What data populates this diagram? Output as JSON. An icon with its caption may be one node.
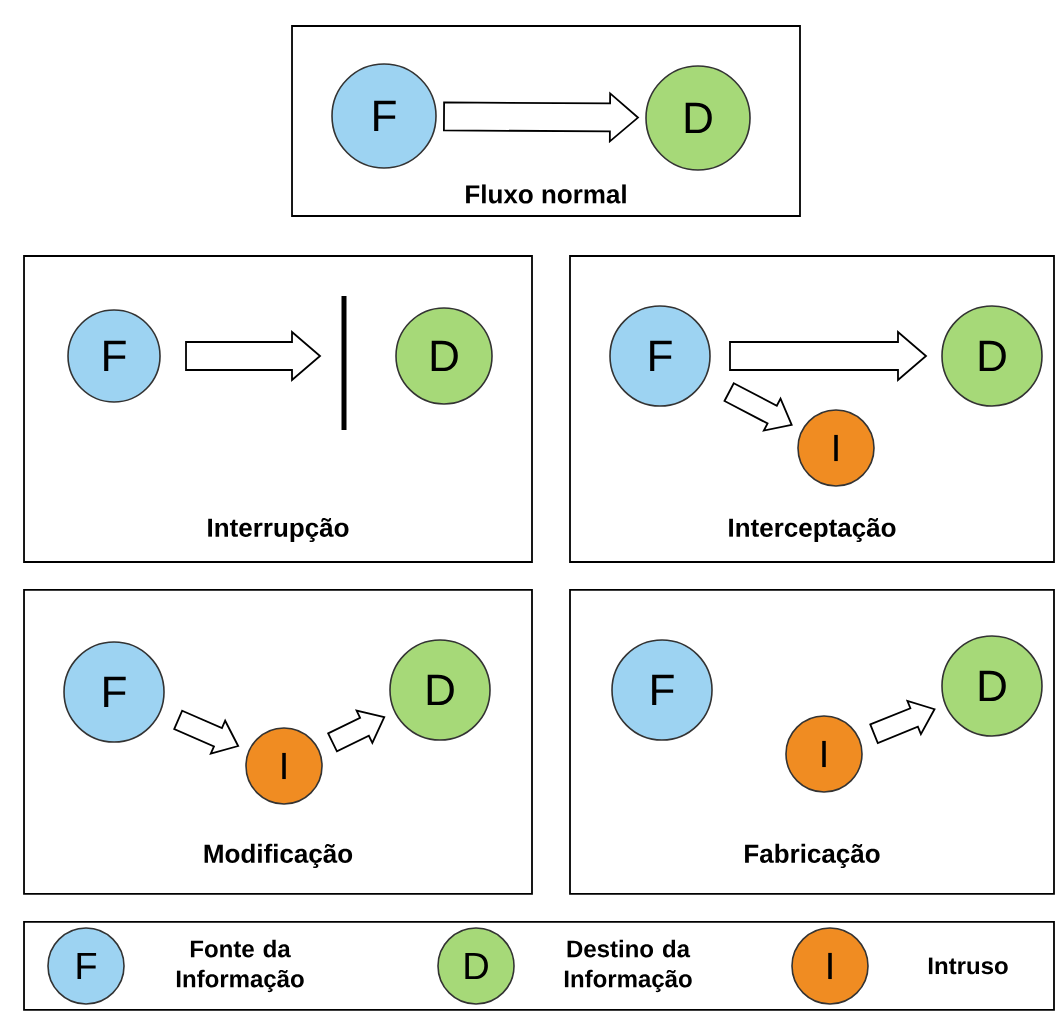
{
  "diagram": {
    "nodes": [
      {
        "text": [
          "Fluxo normal"
        ]
      },
      {
        "text": [
          "F"
        ],
        "in": 0
      },
      {
        "text": [
          "D"
        ],
        "in": 0
      },
      {
        "text": [
          "Interrupção"
        ]
      },
      {
        "text": [
          "F"
        ],
        "in": 3
      },
      {
        "text": [
          "D"
        ],
        "in": 3
      },
      {
        "text": [
          "Interceptação"
        ]
      },
      {
        "text": [
          "F"
        ],
        "in": 6
      },
      {
        "text": [
          "D"
        ],
        "in": 6
      },
      {
        "text": [
          "I"
        ],
        "in": 6
      },
      {
        "text": [
          "Modificação"
        ]
      },
      {
        "text": [
          "F"
        ],
        "in": 10
      },
      {
        "text": [
          "I"
        ],
        "in": 10
      },
      {
        "text": [
          "D"
        ],
        "in": 10
      },
      {
        "text": [
          "Fabricação"
        ]
      },
      {
        "text": [
          "F"
        ],
        "in": 14
      },
      {
        "text": [
          "I"
        ],
        "in": 14
      },
      {
        "text": [
          "D"
        ],
        "in": 14
      },
      {
        "text": [],
        "shape": "box"
      },
      {
        "text": [
          "F"
        ],
        "in": 18,
        "beside": [
          "Fonte da Informação"
        ]
      },
      {
        "text": [
          "D"
        ],
        "in": 18,
        "beside": [
          "Destino da Informação"
        ]
      },
      {
        "text": [
          "I"
        ],
        "in": 18,
        "beside": [
          "Intruso"
        ]
      }
    ],
    "edges": [
      {
        "from": 1,
        "to": 2,
        "arrow": "to"
      },
      {
        "from": 4,
        "to": null,
        "arrow": "to"
      },
      {
        "from": 7,
        "to": 9,
        "arrow": "to"
      },
      {
        "from": 7,
        "to": 8,
        "arrow": "to"
      },
      {
        "from": 11,
        "to": 12,
        "arrow": "to"
      },
      {
        "from": 12,
        "to": 13,
        "arrow": "to"
      },
      {
        "from": 16,
        "to": 17,
        "arrow": "to"
      }
    ]
  }
}
